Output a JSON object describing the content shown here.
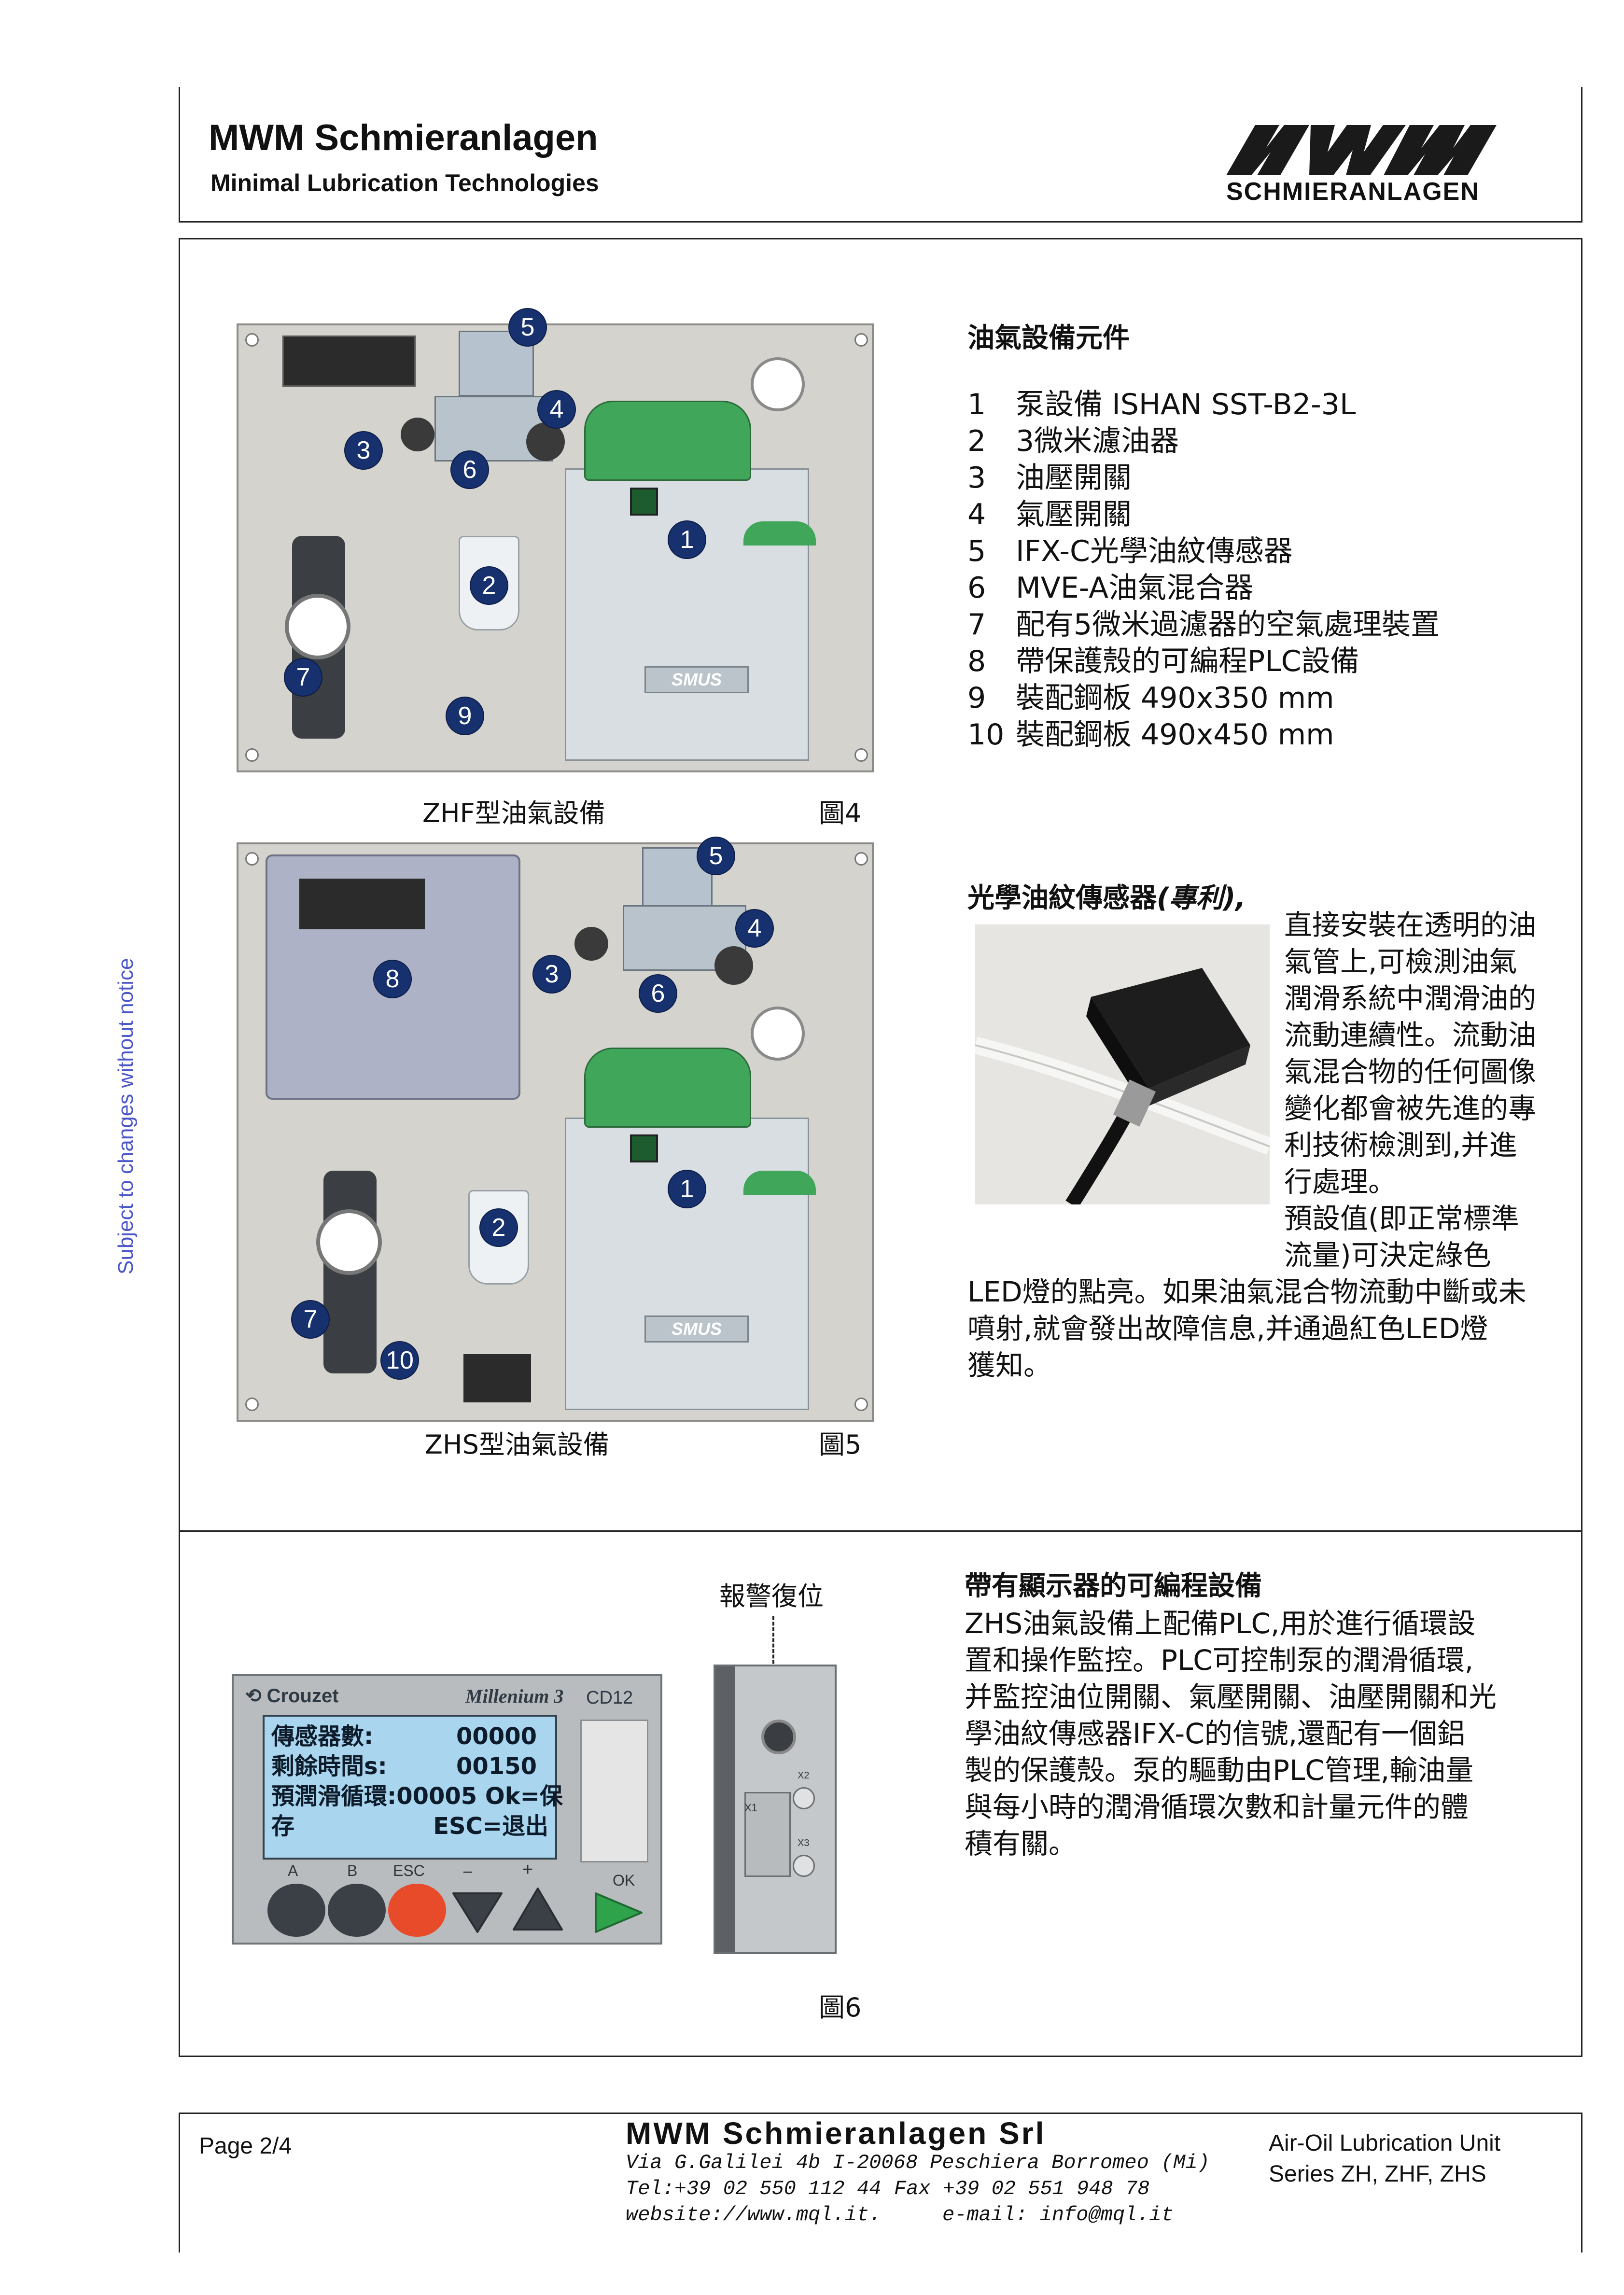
{
  "header": {
    "company": "MWM Schmieranlagen",
    "tagline": "Minimal Lubrication Technologies",
    "logo_text": "SCHMIERANLAGEN"
  },
  "side_note": "Subject to changes without notice",
  "components": {
    "title": "油氣設備元件",
    "items": [
      {
        "num": "1",
        "text": "泵設備 ISHAN SST-B2-3L"
      },
      {
        "num": "2",
        "text": "3微米濾油器"
      },
      {
        "num": "3",
        "text": "油壓開關"
      },
      {
        "num": "4",
        "text": "氣壓開關"
      },
      {
        "num": "5",
        "text": "IFX-C光學油紋傳感器"
      },
      {
        "num": "6",
        "text": "MVE-A油氣混合器"
      },
      {
        "num": "7",
        "text": "配有5微米過濾器的空氣處理裝置"
      },
      {
        "num": "8",
        "text": "帶保護殼的可編程PLC設備"
      },
      {
        "num": "9",
        "text": "裝配鋼板 490x350 mm"
      },
      {
        "num": "10",
        "text": "裝配鋼板 490x450 mm"
      }
    ]
  },
  "figure4": {
    "caption": "ZHF型油氣設備",
    "label": "圖4",
    "badges": [
      "5",
      "4",
      "3",
      "6",
      "1",
      "2",
      "7",
      "9"
    ],
    "pump_brand": "SMUS"
  },
  "figure5": {
    "caption": "ZHS型油氣設備",
    "label": "圖5",
    "badges": [
      "5",
      "4",
      "8",
      "3",
      "6",
      "1",
      "2",
      "7",
      "10"
    ],
    "pump_brand": "SMUS"
  },
  "sensor": {
    "title": "光學油紋傳感器",
    "title_suffix": "(專利),",
    "lines_right": [
      "直接安裝在透明的油",
      "氣管上,可檢測油氣",
      "潤滑系統中潤滑油的",
      "流動連續性。流動油",
      "氣混合物的任何圖像",
      "變化都會被先進的專",
      "利技術檢測到,并進",
      "行處理。",
      "預設值(即正常標準",
      "流量)可決定綠色"
    ],
    "lines_full": [
      "LED燈的點亮。如果油氣混合物流動中斷或未",
      "噴射,就會發出故障信息,并通過紅色LED燈",
      "獲知。"
    ]
  },
  "plc": {
    "title": "帶有顯示器的可編程設備",
    "lines": [
      "ZHS油氣設備上配備PLC,用於進行循環設",
      "置和操作監控。PLC可控制泵的潤滑循環,",
      "并監控油位開關、氣壓開關、油壓開關和光",
      "學油紋傳感器IFX-C的信號,還配有一個鋁",
      "製的保護殼。泵的驅動由PLC管理,輸油量",
      "與每小時的潤滑循環次數和計量元件的體",
      "積有關。"
    ],
    "alarm_reset_label": "報警復位",
    "figure_label": "圖6",
    "device": {
      "brand": "Crouzet",
      "model": "Millenium 3",
      "code": "CD12",
      "screen": {
        "row1_label": "傳感器數:",
        "row1_value": "00000",
        "row2_label": "剩餘時間s:",
        "row2_value": "00150",
        "row3": "預潤滑循環:00005 Ok=保",
        "row4_left": "存",
        "row4_right": "ESC=退出"
      },
      "buttons": [
        "A",
        "B",
        "ESC",
        "−",
        "+",
        "OK"
      ]
    },
    "side_unit": {
      "labels": [
        "X2",
        "X1",
        "X3"
      ]
    }
  },
  "footer": {
    "page": "Page  2/4",
    "company": "MWM Schmieranlagen Srl",
    "address": "Via G.Galilei 4b I-20068 Peschiera Borromeo (Mi)",
    "tel": "Tel:+39 02 550 112 44",
    "fax": "Fax +39 02 551 948 78",
    "website": "website://www.mql.it.",
    "email": "e-mail: info@mql.it",
    "product_line1": "Air-Oil Lubrication Unit",
    "product_line2": "Series ZH, ZHF, ZHS"
  }
}
